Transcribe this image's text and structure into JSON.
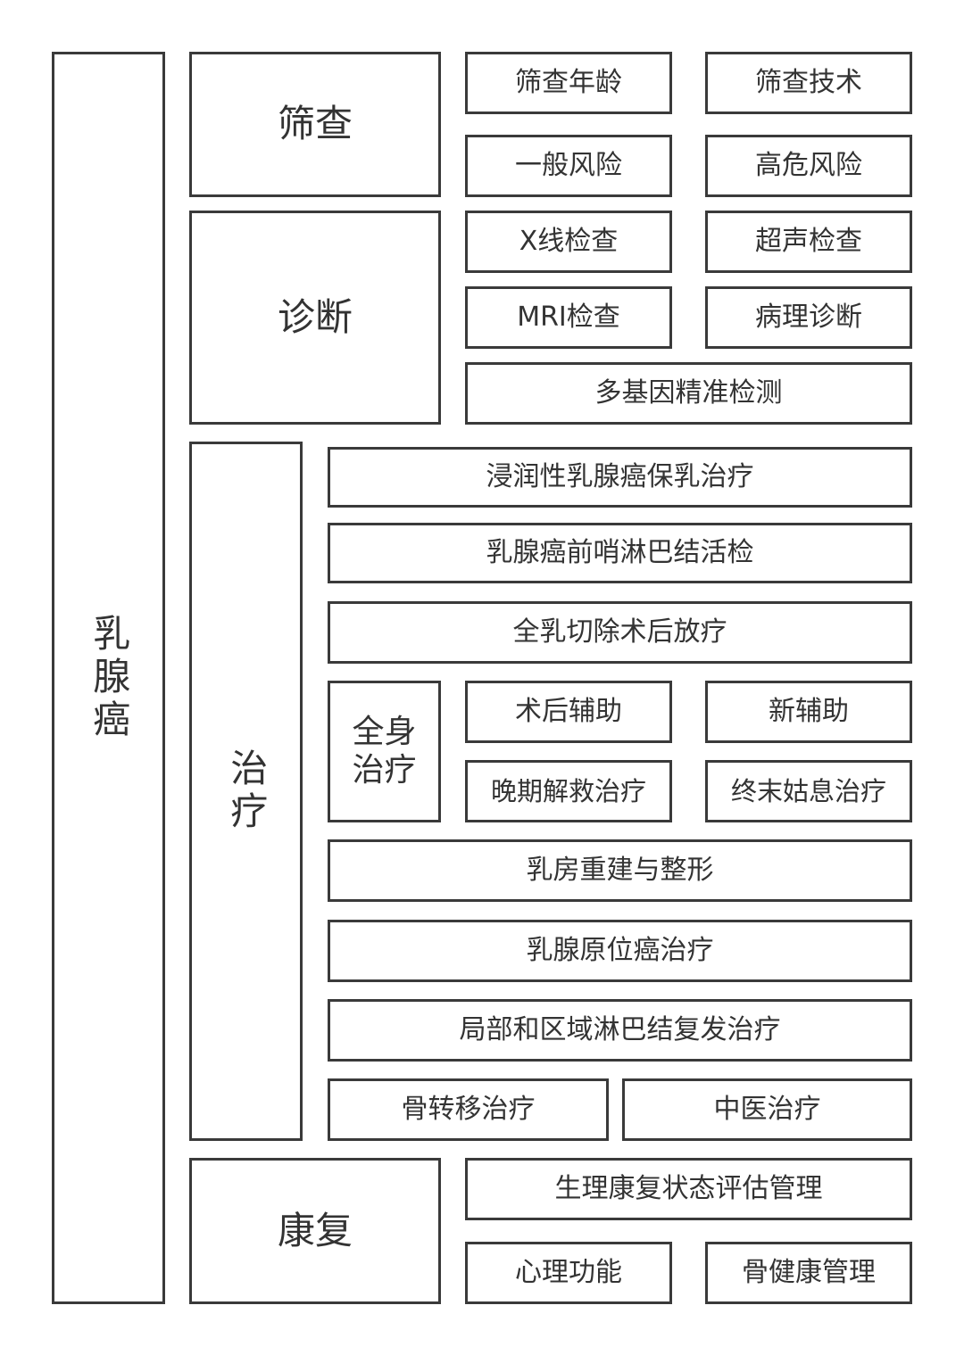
{
  "root": "乳腺癌",
  "screening": {
    "title": "筛查",
    "items": [
      "筛查年龄",
      "筛查技术",
      "一般风险",
      "高危风险"
    ]
  },
  "diagnosis": {
    "title": "诊断",
    "items": [
      "X线检查",
      "超声检查",
      "MRI检查",
      "病理诊断",
      "多基因精准检测"
    ]
  },
  "treatment": {
    "title": "治疗",
    "items": [
      "浸润性乳腺癌保乳治疗",
      "乳腺癌前哨淋巴结活检",
      "全乳切除术后放疗",
      "乳房重建与整形",
      "乳腺原位癌治疗",
      "局部和区域淋巴结复发治疗",
      "骨转移治疗",
      "中医治疗"
    ],
    "systemic": {
      "title": "全身\n治疗",
      "items": [
        "术后辅助",
        "新辅助",
        "晚期解救治疗",
        "终末姑息治疗"
      ]
    }
  },
  "rehab": {
    "title": "康复",
    "items": [
      "生理康复状态评估管理",
      "心理功能",
      "骨健康管理"
    ]
  }
}
